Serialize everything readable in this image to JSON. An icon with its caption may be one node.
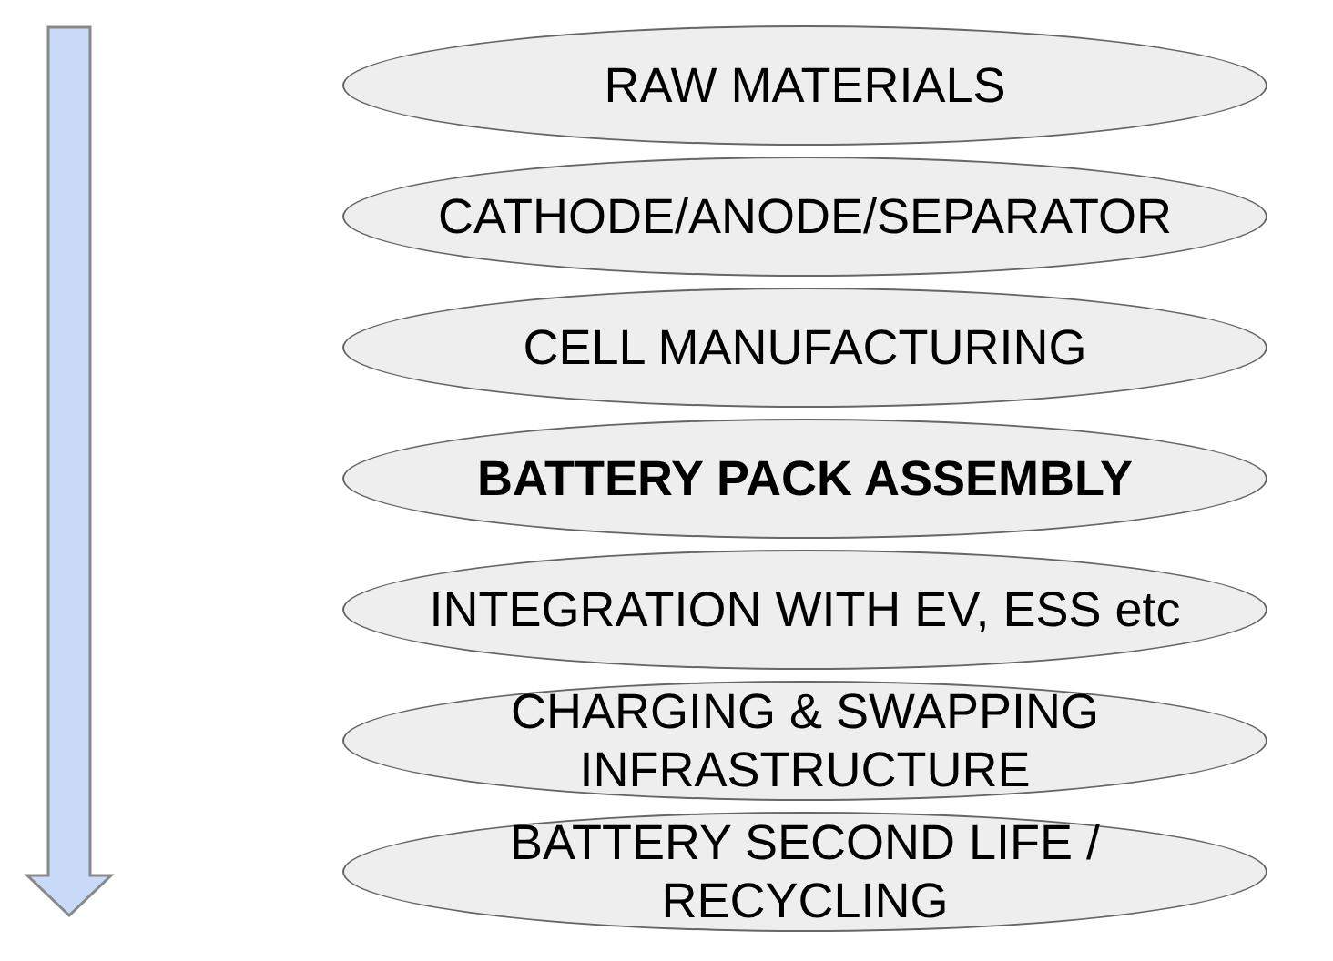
{
  "diagram": {
    "nodes": [
      {
        "text": [
          "RAW MATERIALS"
        ]
      },
      {
        "text": [
          "CATHODE/ANODE/SEPARATOR"
        ]
      },
      {
        "text": [
          "CELL MANUFACTURING"
        ]
      },
      {
        "text": [
          "BATTERY PACK ASSEMBLY"
        ]
      },
      {
        "text": [
          "INTEGRATION WITH EV, ESS etc"
        ]
      },
      {
        "text": [
          "CHARGING & SWAPPING INFRASTRUCTURE"
        ]
      },
      {
        "text": [
          "BATTERY SECOND LIFE / RECYCLING"
        ]
      }
    ]
  }
}
